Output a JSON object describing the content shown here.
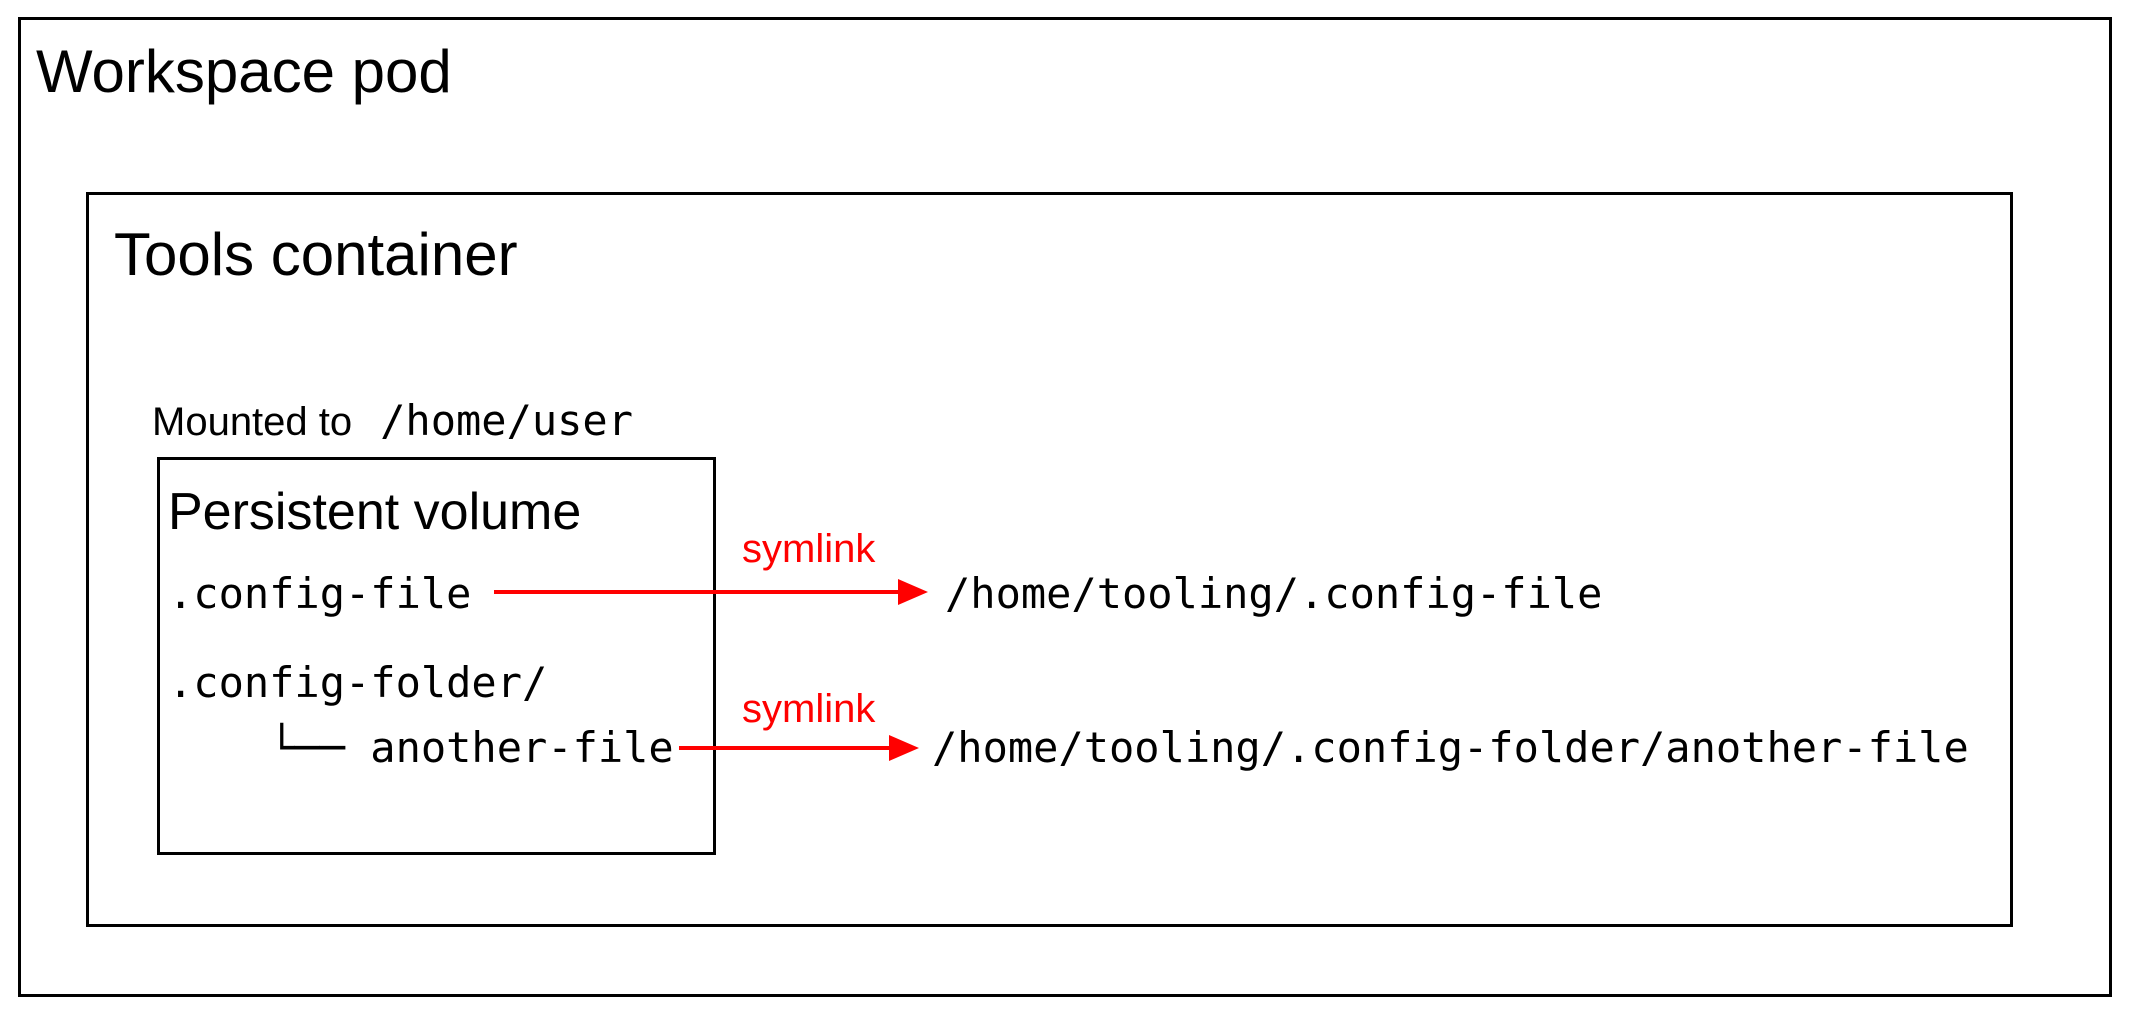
{
  "diagram": {
    "workspace_pod": {
      "label": "Workspace pod"
    },
    "tools_container": {
      "label": "Tools container"
    },
    "mount_note": {
      "prefix": "Mounted to",
      "path": "/home/user"
    },
    "persistent_volume": {
      "label": "Persistent volume",
      "entries": [
        ".config-file",
        ".config-folder/",
        "    └── another-file"
      ]
    },
    "symlinks": [
      {
        "label": "symlink",
        "target": "/home/tooling/.config-file"
      },
      {
        "label": "symlink",
        "target": "/home/tooling/.config-folder/another-file"
      }
    ],
    "colors": {
      "accent_red": "#ff0000",
      "line_black": "#000000",
      "background": "#ffffff"
    }
  }
}
